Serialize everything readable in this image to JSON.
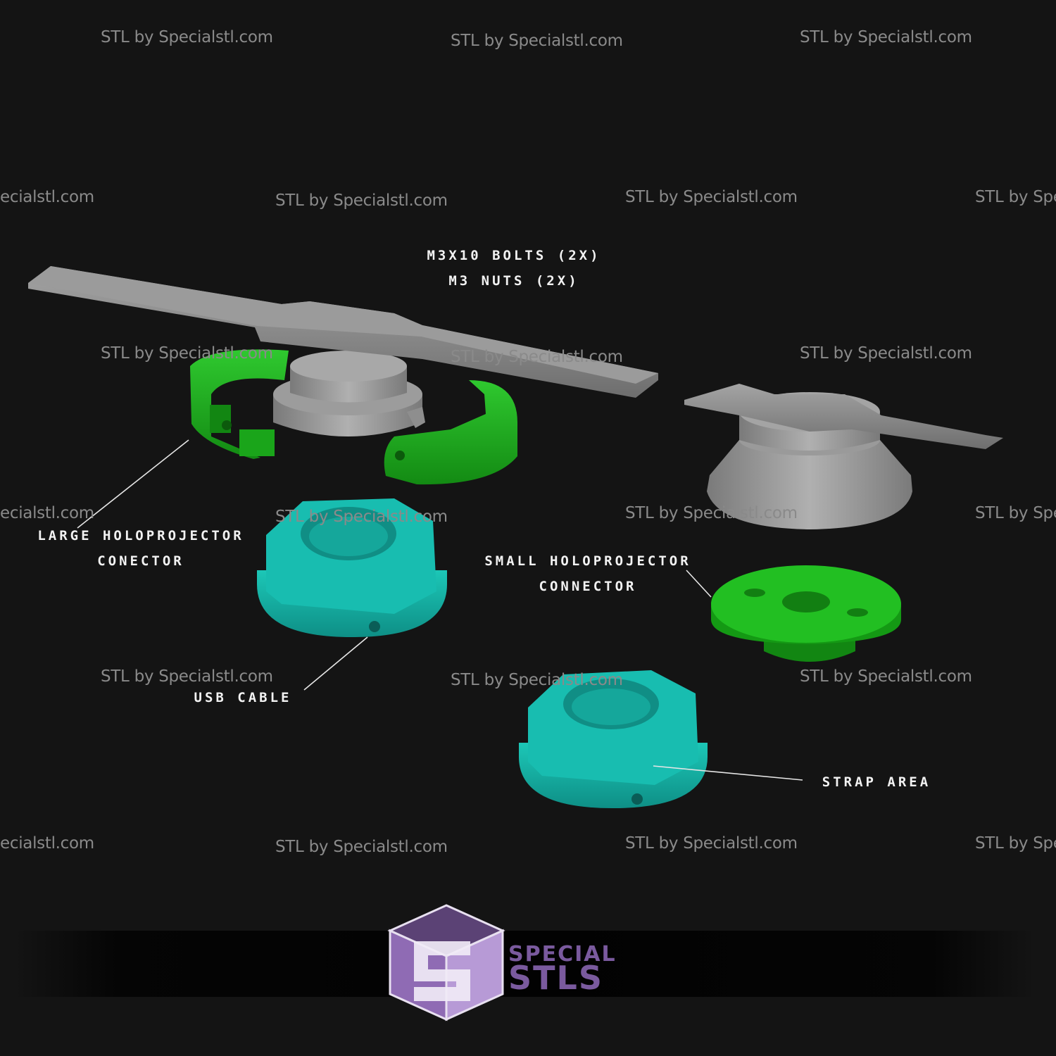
{
  "watermarks": [
    "STL by Specialstl.com",
    "STL by Specialstl.com",
    "STL by Specialstl.com",
    "ecialstl.com",
    "STL by Specialstl.com",
    "STL by Specialstl.com",
    "STL by Spec",
    "STL by Specialstl.com",
    "STL by Specialstl.com",
    "STL by Specialstl.com",
    "ecialstl.com",
    "STL by Specialstl.com",
    "STL by Specialstl.com",
    "STL by Spec",
    "STL by Specialstl.com",
    "STL by Specialstl.com",
    "STL by Specialstl.com",
    "ecialstl.com",
    "STL by Specialstl.com",
    "STL by Specialstl.com",
    "STL by Spec"
  ],
  "labels": {
    "bolts": "M3x10 BOLTS (2x)",
    "nuts": "M3 NUTS (2x)",
    "large_1": "LARGE HOLOPROJECTOR",
    "large_2": "CONECTOR",
    "small_1": "SMALL HOLOPROJECTOR",
    "small_2": "CONNECTOR",
    "usb": "USB CABLE",
    "strap": "STRAP AREA"
  },
  "logo": {
    "top": "SPECIAL",
    "bottom": "STLS"
  },
  "colors": {
    "background": "#141414",
    "gray_part": "#8e8e8e",
    "green_part": "#1fb21f",
    "teal_part": "#13b3a6",
    "logo_purple": "#7a5a9e"
  }
}
